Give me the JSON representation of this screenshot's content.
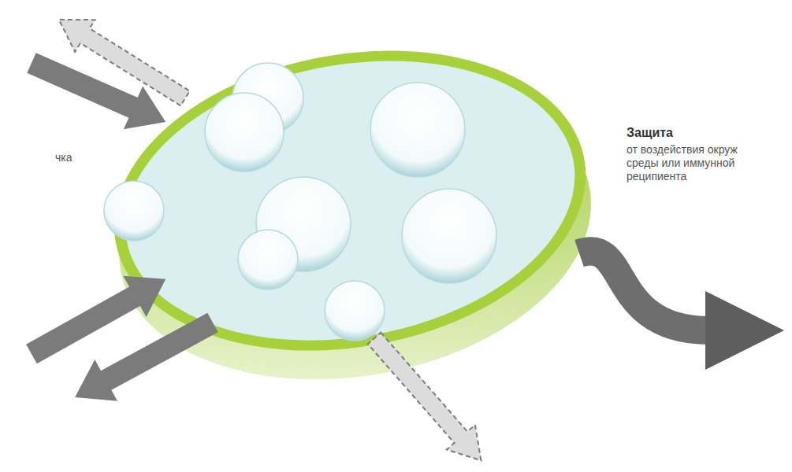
{
  "diagram": {
    "labels": [
      "чка",
      "Защита",
      "от воздействия окруж среды или иммунной реципиента"
    ]
  }
}
